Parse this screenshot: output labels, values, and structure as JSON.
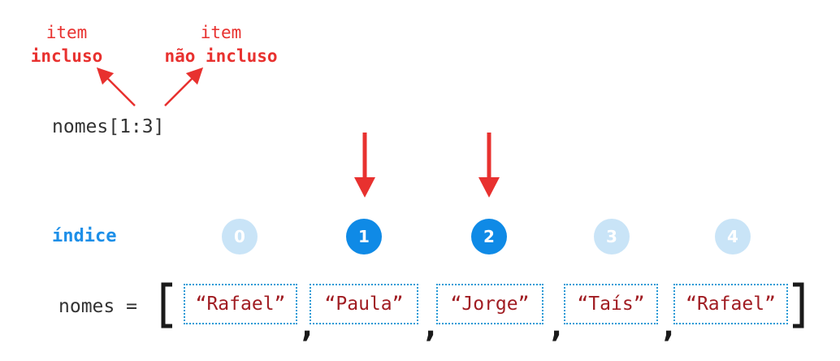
{
  "labels": {
    "included_line1": "item",
    "included_line2": "incluso",
    "excluded_line1": "item",
    "excluded_line2": "não incluso",
    "slice_expr": "nomes[1:3]",
    "index_label": "índice",
    "list_prefix": "nomes ="
  },
  "indices": [
    {
      "value": "0",
      "selected": false
    },
    {
      "value": "1",
      "selected": true
    },
    {
      "value": "2",
      "selected": true
    },
    {
      "value": "3",
      "selected": false
    },
    {
      "value": "4",
      "selected": false
    }
  ],
  "items": [
    "“Rafael”",
    "“Paula”",
    "“Jorge”",
    "“Taís”",
    "“Rafael”"
  ],
  "colors": {
    "red": "#e8312f",
    "blue_selected": "#0f8ae6",
    "blue_unselected": "#c9e4f7",
    "string": "#a01c22",
    "box_border": "#2a9bd6"
  }
}
